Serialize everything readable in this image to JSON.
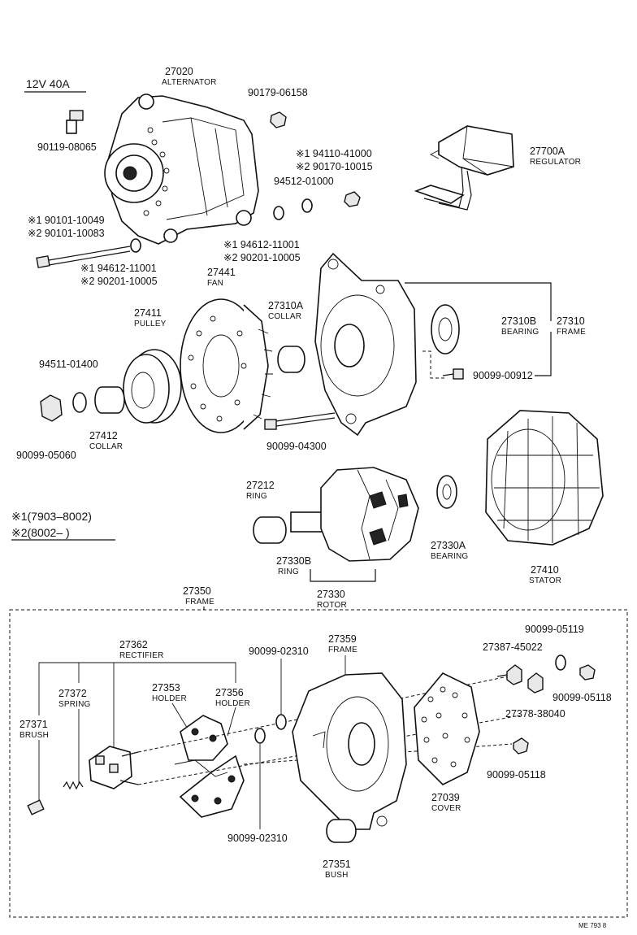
{
  "spec": "12V  40A",
  "footer_code": "ME 793 8",
  "legend": {
    "note1": "※1(7903–8002)",
    "note2": "※2(8002–        )"
  },
  "parts": {
    "p27020": {
      "number": "27020",
      "name": "ALTERNATOR"
    },
    "p90179": {
      "number": "90179-06158"
    },
    "p90119": {
      "number": "90119-08065"
    },
    "p27700A": {
      "number": "27700A",
      "name": "REGULATOR"
    },
    "p94110": {
      "number": "※1 94110-41000"
    },
    "p90170": {
      "number": "※2 90170-10015"
    },
    "p94512": {
      "number": "94512-01000"
    },
    "p90101a": {
      "number": "※1 90101-10049"
    },
    "p90101b": {
      "number": "※2 90101-10083"
    },
    "p94612a": {
      "number": "※1 94612-11001"
    },
    "p90201a": {
      "number": "※2 90201-10005"
    },
    "p94612b": {
      "number": "※1 94612-11001"
    },
    "p90201b": {
      "number": "※2 90201-10005"
    },
    "p27441": {
      "number": "27441",
      "name": "FAN"
    },
    "p27310A": {
      "number": "27310A",
      "name": "COLLAR"
    },
    "p27411": {
      "number": "27411",
      "name": "PULLEY"
    },
    "p27310B": {
      "number": "27310B",
      "name": "BEARING"
    },
    "p27310": {
      "number": "27310",
      "name": "FRAME"
    },
    "p94511": {
      "number": "94511-01400"
    },
    "p90099_00912": {
      "number": "90099-00912"
    },
    "p27412": {
      "number": "27412",
      "name": "COLLAR"
    },
    "p90099_05060": {
      "number": "90099-05060"
    },
    "p90099_04300": {
      "number": "90099-04300"
    },
    "p27212": {
      "number": "27212",
      "name": "RING"
    },
    "p27330A": {
      "number": "27330A",
      "name": "BEARING"
    },
    "p27330B": {
      "number": "27330B",
      "name": "RING"
    },
    "p27330": {
      "number": "27330",
      "name": "ROTOR"
    },
    "p27410": {
      "number": "27410",
      "name": "STATOR"
    },
    "p27350": {
      "number": "27350",
      "name": "FRAME"
    },
    "p27362": {
      "number": "27362",
      "name": "RECTIFIER"
    },
    "p90099_02310a": {
      "number": "90099-02310"
    },
    "p27359": {
      "number": "27359",
      "name": "FRAME"
    },
    "p27387": {
      "number": "27387-45022"
    },
    "p90099_05119": {
      "number": "90099-05119"
    },
    "p27372": {
      "number": "27372",
      "name": "SPRING"
    },
    "p27353": {
      "number": "27353",
      "name": "HOLDER"
    },
    "p27356": {
      "number": "27356",
      "name": "HOLDER"
    },
    "p90099_05118a": {
      "number": "90099-05118"
    },
    "p27378": {
      "number": "27378-38040"
    },
    "p27371": {
      "number": "27371",
      "name": "BRUSH"
    },
    "p90099_05118b": {
      "number": "90099-05118"
    },
    "p27039": {
      "number": "27039",
      "name": "COVER"
    },
    "p90099_02310b": {
      "number": "90099-02310"
    },
    "p27351": {
      "number": "27351",
      "name": "BUSH"
    }
  }
}
